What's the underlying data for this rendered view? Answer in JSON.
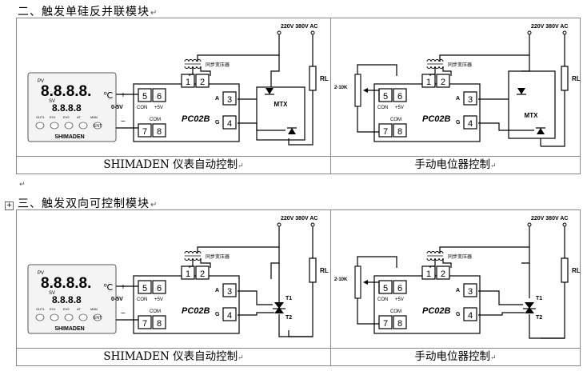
{
  "section1": {
    "title": "二、触发单硅反并联模块",
    "cap_left": "SHIMADEN 仪表自动控制",
    "cap_right": "手动电位器控制"
  },
  "section2": {
    "title": "三、触发双向可控制模块",
    "cap_left": "SHIMADEN 仪表自动控制",
    "cap_right": "手动电位器控制"
  },
  "labels": {
    "supply": "220V 380V AC",
    "transformer": "同步变压器",
    "module": "PC02B",
    "load": "RL",
    "mtx": "MTX",
    "pin5": "5",
    "pin6": "6",
    "pin7": "7",
    "pin8": "8",
    "pin1": "1",
    "pin2": "2",
    "pin3": "3",
    "pin4": "4",
    "con": "CON",
    "v5": "+5V",
    "com": "COM",
    "a": "A",
    "g": "G",
    "t1": "T1",
    "t2": "T2",
    "range": "0-5V",
    "plus": "+",
    "minus": "−",
    "pot": "2-10K"
  },
  "controller": {
    "pv_label": "PV",
    "sv_label": "SV",
    "pv": "8.8.8.8.",
    "sv": "8.8.8.8",
    "unit": "℃",
    "brand": "SHIMADEN",
    "ind1": "OUT1",
    "ind2": "EV1",
    "ind3": "EV2",
    "ind4": "AT",
    "ind5": "MAN",
    "btn_ent": "ENT"
  }
}
